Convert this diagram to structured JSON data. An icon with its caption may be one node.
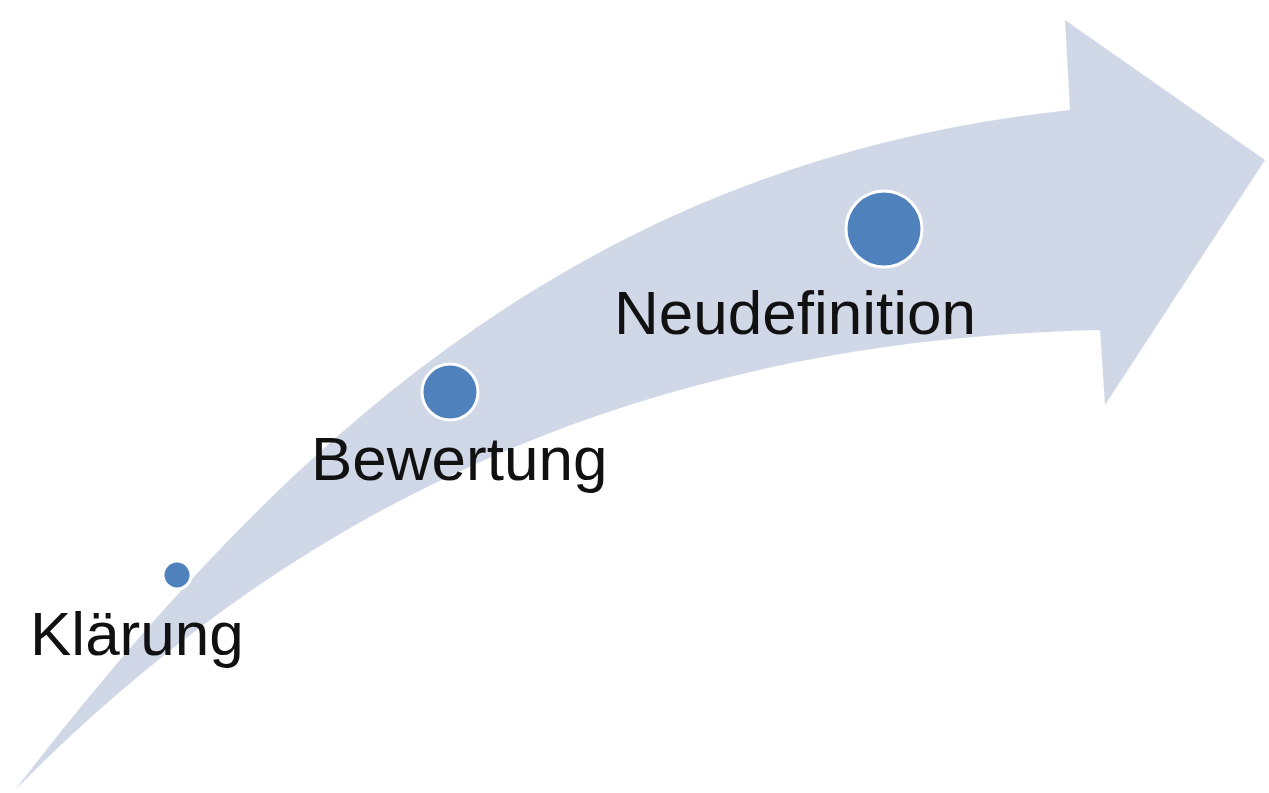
{
  "diagram": {
    "nodes": [
      {
        "text": [
          "Klärung"
        ]
      },
      {
        "text": [
          "Bewertung"
        ]
      },
      {
        "text": [
          "Neudefinition"
        ]
      }
    ]
  }
}
